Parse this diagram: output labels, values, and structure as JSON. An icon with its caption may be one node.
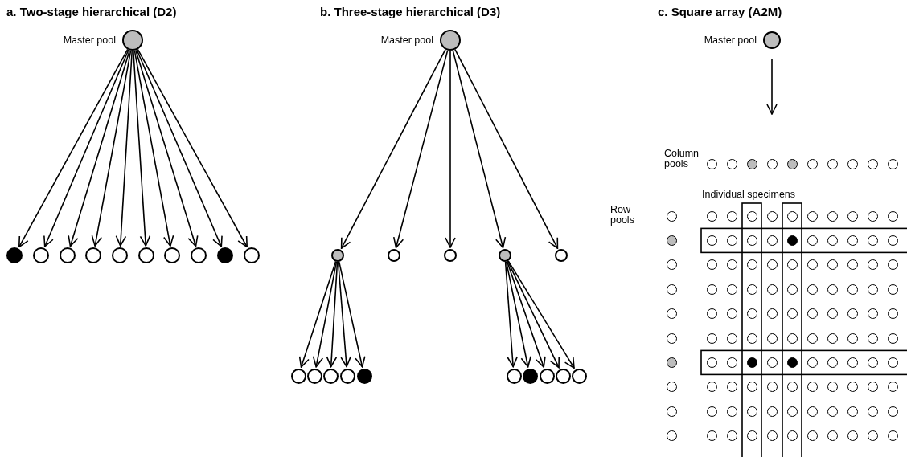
{
  "diagram": {
    "nodes": [
      {
        "text": [],
        "shape": "circle",
        "beside": [
          "Master pool"
        ]
      },
      {
        "text": [],
        "shape": "circle"
      },
      {
        "text": [],
        "shape": "circle"
      },
      {
        "text": [],
        "shape": "circle"
      },
      {
        "text": [],
        "shape": "circle"
      },
      {
        "text": [],
        "shape": "circle"
      },
      {
        "text": [],
        "shape": "circle"
      },
      {
        "text": [],
        "shape": "circle"
      },
      {
        "text": [],
        "shape": "circle"
      },
      {
        "text": [],
        "shape": "circle"
      },
      {
        "text": [],
        "shape": "circle"
      },
      {
        "text": [],
        "shape": "circle",
        "beside": [
          "Master pool"
        ]
      },
      {
        "text": [],
        "shape": "circle"
      },
      {
        "text": [],
        "shape": "circle"
      },
      {
        "text": [],
        "shape": "circle"
      },
      {
        "text": [],
        "shape": "circle"
      },
      {
        "text": [],
        "shape": "circle"
      },
      {
        "text": [],
        "shape": "circle"
      },
      {
        "text": [],
        "shape": "circle"
      },
      {
        "text": [],
        "shape": "circle"
      },
      {
        "text": [],
        "shape": "circle"
      },
      {
        "text": [],
        "shape": "circle"
      },
      {
        "text": [],
        "shape": "circle"
      },
      {
        "text": [],
        "shape": "circle"
      },
      {
        "text": [],
        "shape": "circle"
      },
      {
        "text": [],
        "shape": "circle"
      },
      {
        "text": [],
        "shape": "circle"
      },
      {
        "text": [],
        "shape": "circle",
        "beside": [
          "Master pool"
        ]
      },
      {
        "text": [],
        "shape": "circle"
      },
      {
        "text": [],
        "shape": "circle"
      },
      {
        "text": [],
        "shape": "circle"
      },
      {
        "text": [],
        "shape": "circle"
      },
      {
        "text": [],
        "shape": "circle"
      },
      {
        "text": [],
        "shape": "circle"
      },
      {
        "text": [],
        "shape": "circle"
      },
      {
        "text": [],
        "shape": "circle"
      },
      {
        "text": [],
        "shape": "circle"
      },
      {
        "text": [],
        "shape": "circle"
      },
      {
        "text": [],
        "shape": "circle"
      },
      {
        "text": [],
        "shape": "circle"
      },
      {
        "text": [],
        "shape": "circle"
      },
      {
        "text": [],
        "shape": "circle"
      },
      {
        "text": [],
        "shape": "circle"
      },
      {
        "text": [],
        "shape": "circle"
      },
      {
        "text": [],
        "shape": "circle"
      },
      {
        "text": [],
        "shape": "circle"
      },
      {
        "text": [],
        "shape": "circle"
      },
      {
        "text": [],
        "shape": "circle"
      },
      {
        "text": [],
        "shape": "circle"
      },
      {
        "text": [],
        "shape": "circle"
      },
      {
        "text": [],
        "shape": "circle"
      },
      {
        "text": [],
        "shape": "circle"
      },
      {
        "text": [],
        "shape": "circle"
      },
      {
        "text": [],
        "shape": "circle"
      },
      {
        "text": [],
        "shape": "circle"
      },
      {
        "text": [],
        "shape": "circle"
      },
      {
        "text": [],
        "shape": "circle"
      },
      {
        "text": [],
        "shape": "circle"
      },
      {
        "text": [],
        "shape": "circle"
      },
      {
        "text": [],
        "shape": "circle"
      },
      {
        "text": [],
        "shape": "circle"
      },
      {
        "text": [],
        "shape": "circle"
      },
      {
        "text": [],
        "shape": "circle"
      },
      {
        "text": [],
        "shape": "circle"
      },
      {
        "text": [],
        "shape": "circle"
      },
      {
        "text": [],
        "shape": "circle"
      },
      {
        "text": [],
        "shape": "circle"
      },
      {
        "text": [],
        "shape": "circle"
      },
      {
        "text": [],
        "shape": "circle"
      },
      {
        "text": [],
        "shape": "circle"
      },
      {
        "text": [],
        "shape": "circle"
      },
      {
        "text": [],
        "shape": "circle"
      },
      {
        "text": [],
        "shape": "circle"
      },
      {
        "text": [],
        "shape": "circle"
      },
      {
        "text": [],
        "shape": "circle"
      },
      {
        "text": [],
        "shape": "circle"
      },
      {
        "text": [],
        "shape": "circle"
      },
      {
        "text": [],
        "shape": "circle"
      },
      {
        "text": [],
        "shape": "circle"
      },
      {
        "text": [],
        "shape": "circle"
      },
      {
        "text": [],
        "shape": "circle"
      },
      {
        "text": [],
        "shape": "circle"
      },
      {
        "text": [],
        "shape": "circle"
      },
      {
        "text": [],
        "shape": "circle"
      },
      {
        "text": [],
        "shape": "circle"
      },
      {
        "text": [],
        "shape": "circle"
      },
      {
        "text": [],
        "shape": "circle"
      },
      {
        "text": [],
        "shape": "circle"
      },
      {
        "text": [],
        "shape": "circle"
      },
      {
        "text": [],
        "shape": "circle"
      },
      {
        "text": [],
        "shape": "circle"
      },
      {
        "text": [],
        "shape": "circle"
      },
      {
        "text": [],
        "shape": "circle"
      },
      {
        "text": [],
        "shape": "circle"
      },
      {
        "text": [],
        "shape": "circle"
      },
      {
        "text": [],
        "shape": "circle"
      },
      {
        "text": [],
        "shape": "circle"
      },
      {
        "text": [],
        "shape": "circle"
      },
      {
        "text": [],
        "shape": "circle"
      },
      {
        "text": [],
        "shape": "circle"
      },
      {
        "text": [],
        "shape": "circle"
      },
      {
        "text": [],
        "shape": "circle"
      },
      {
        "text": [],
        "shape": "circle"
      },
      {
        "text": [],
        "shape": "circle"
      },
      {
        "text": [],
        "shape": "circle"
      },
      {
        "text": [],
        "shape": "circle"
      },
      {
        "text": [],
        "shape": "circle"
      },
      {
        "text": [],
        "shape": "circle"
      },
      {
        "text": [],
        "shape": "circle"
      },
      {
        "text": [],
        "shape": "circle"
      },
      {
        "text": [],
        "shape": "circle"
      },
      {
        "text": [],
        "shape": "circle"
      },
      {
        "text": [],
        "shape": "circle"
      },
      {
        "text": [],
        "shape": "circle"
      },
      {
        "text": [],
        "shape": "circle"
      },
      {
        "text": [],
        "shape": "circle"
      },
      {
        "text": [],
        "shape": "circle"
      },
      {
        "text": [],
        "shape": "circle"
      },
      {
        "text": [],
        "shape": "circle"
      },
      {
        "text": [],
        "shape": "circle"
      },
      {
        "text": [],
        "shape": "circle"
      },
      {
        "text": [],
        "shape": "circle"
      },
      {
        "text": [],
        "shape": "circle"
      },
      {
        "text": [],
        "shape": "circle"
      },
      {
        "text": [],
        "shape": "circle"
      },
      {
        "text": [],
        "shape": "circle"
      },
      {
        "text": [],
        "shape": "circle"
      },
      {
        "text": [],
        "shape": "circle"
      },
      {
        "text": [],
        "shape": "circle"
      },
      {
        "text": [],
        "shape": "circle"
      },
      {
        "text": [],
        "shape": "circle"
      },
      {
        "text": [],
        "shape": "circle"
      },
      {
        "text": [],
        "shape": "circle"
      },
      {
        "text": [],
        "shape": "circle"
      },
      {
        "text": [],
        "shape": "circle"
      },
      {
        "text": [],
        "shape": "circle"
      },
      {
        "text": [],
        "shape": "circle"
      },
      {
        "text": [],
        "shape": "circle"
      },
      {
        "text": [],
        "shape": "circle"
      },
      {
        "text": [],
        "shape": "circle"
      },
      {
        "text": [],
        "shape": "circle"
      },
      {
        "text": [],
        "shape": "circle"
      },
      {
        "text": [],
        "shape": "circle"
      },
      {
        "text": [],
        "shape": "circle"
      },
      {
        "text": [],
        "shape": "circle"
      },
      {
        "text": [],
        "shape": "circle"
      },
      {
        "text": [],
        "shape": "circle"
      },
      {
        "text": [],
        "shape": "circle"
      }
    ],
    "edges": [
      {
        "from": 0,
        "to": 1,
        "arrow": "to"
      },
      {
        "from": 0,
        "to": 2,
        "arrow": "to"
      },
      {
        "from": 0,
        "to": 3,
        "arrow": "to"
      },
      {
        "from": 0,
        "to": 4,
        "arrow": "to"
      },
      {
        "from": 0,
        "to": 5,
        "arrow": "to"
      },
      {
        "from": 0,
        "to": 6,
        "arrow": "to"
      },
      {
        "from": 0,
        "to": 7,
        "arrow": "to"
      },
      {
        "from": 0,
        "to": 8,
        "arrow": "to"
      },
      {
        "from": 0,
        "to": 9,
        "arrow": "to"
      },
      {
        "from": 0,
        "to": 10,
        "arrow": "to"
      },
      {
        "from": 11,
        "to": 12,
        "arrow": "to"
      },
      {
        "from": 11,
        "to": 13,
        "arrow": "to"
      },
      {
        "from": 11,
        "to": 14,
        "arrow": "to"
      },
      {
        "from": 11,
        "to": 15,
        "arrow": "to"
      },
      {
        "from": 11,
        "to": 16,
        "arrow": "to"
      },
      {
        "from": 12,
        "to": 17,
        "arrow": "to"
      },
      {
        "from": 12,
        "to": 18,
        "arrow": "to"
      },
      {
        "from": 12,
        "to": 19,
        "arrow": "to"
      },
      {
        "from": 12,
        "to": 20,
        "arrow": "to"
      },
      {
        "from": 12,
        "to": 21,
        "arrow": "to"
      },
      {
        "from": 15,
        "to": 22,
        "arrow": "to"
      },
      {
        "from": 15,
        "to": 23,
        "arrow": "to"
      },
      {
        "from": 15,
        "to": 24,
        "arrow": "to"
      },
      {
        "from": 15,
        "to": 25,
        "arrow": "to"
      },
      {
        "from": 15,
        "to": 26,
        "arrow": "to"
      },
      {
        "from": 27,
        "to": null,
        "arrow": "to"
      }
    ],
    "labels": [
      "a. Two-stage hierarchical (D2)",
      "b. Three-stage hierarchical (D3)",
      "c. Square array (A2M)",
      "Column pools",
      "Individual specimens",
      "Row pools"
    ]
  }
}
